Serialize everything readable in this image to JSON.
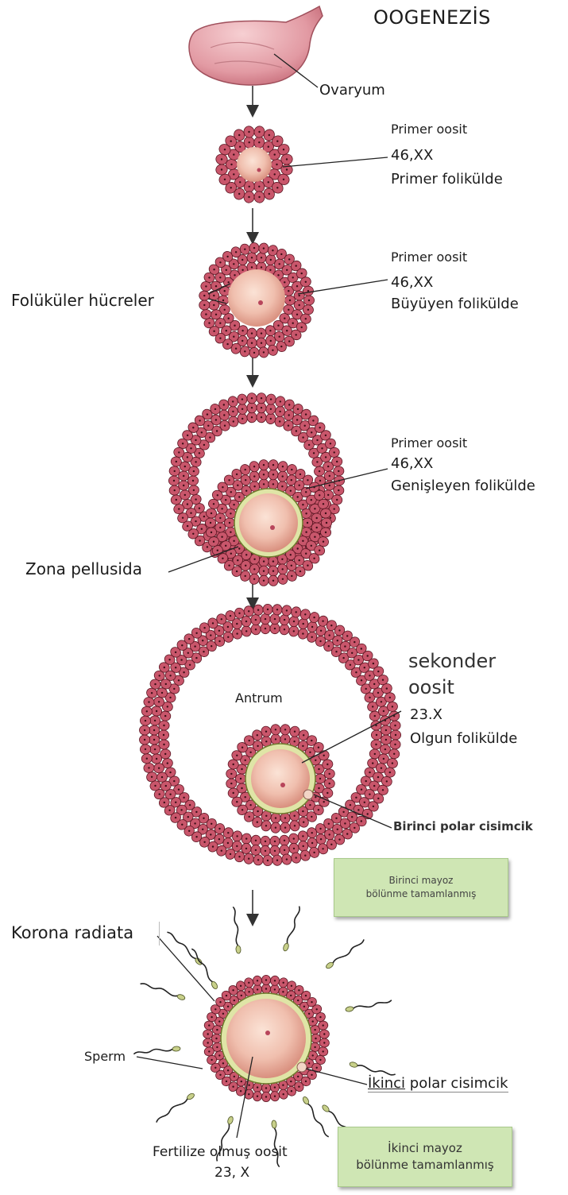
{
  "title": "OOGENEZİS",
  "stages": [
    {
      "lines": [
        "Ovaryum"
      ]
    },
    {
      "lines": [
        "Primer oosit",
        "46,XX",
        "Primer folikülde"
      ]
    },
    {
      "lines": [
        "Primer oosit",
        "46,XX",
        "Büyüyen folikülde"
      ]
    },
    {
      "lines": [
        "Primer oosit",
        "46,XX",
        "Genişleyen folikülde"
      ]
    },
    {
      "lines": [
        "sekonder",
        "oosit",
        "23.X",
        "Olgun folikülde"
      ]
    }
  ],
  "labels": {
    "follicular_cells": "Folüküler hücreler",
    "zona_pellucida": "Zona pellusida",
    "antrum": "Antrum",
    "first_polar_body": "Birinci polar cisimcik",
    "corona_radiata": "Korona radiata",
    "sperm": "Sperm",
    "second_polar_body_first": "İkinci",
    "second_polar_body_rest": " polar cisimcik",
    "fertilized_oocyte": "Fertilize olmuş oosit",
    "fertilized_karyotype": "23, X"
  },
  "notes": {
    "first_meiosis": [
      "Birinci mayoz",
      "bölünme tamamlanmış"
    ],
    "second_meiosis": [
      "İkinci mayoz",
      "bölünme tamamlanmış"
    ]
  },
  "colors": {
    "cell_fill": "#c9566b",
    "cell_stroke": "#5a1622",
    "oocyte_fill": "#f3c7b6",
    "zona": "#d9e0a0",
    "note_bg": "#cfe6b4",
    "ovary": "#e8a4ac"
  }
}
